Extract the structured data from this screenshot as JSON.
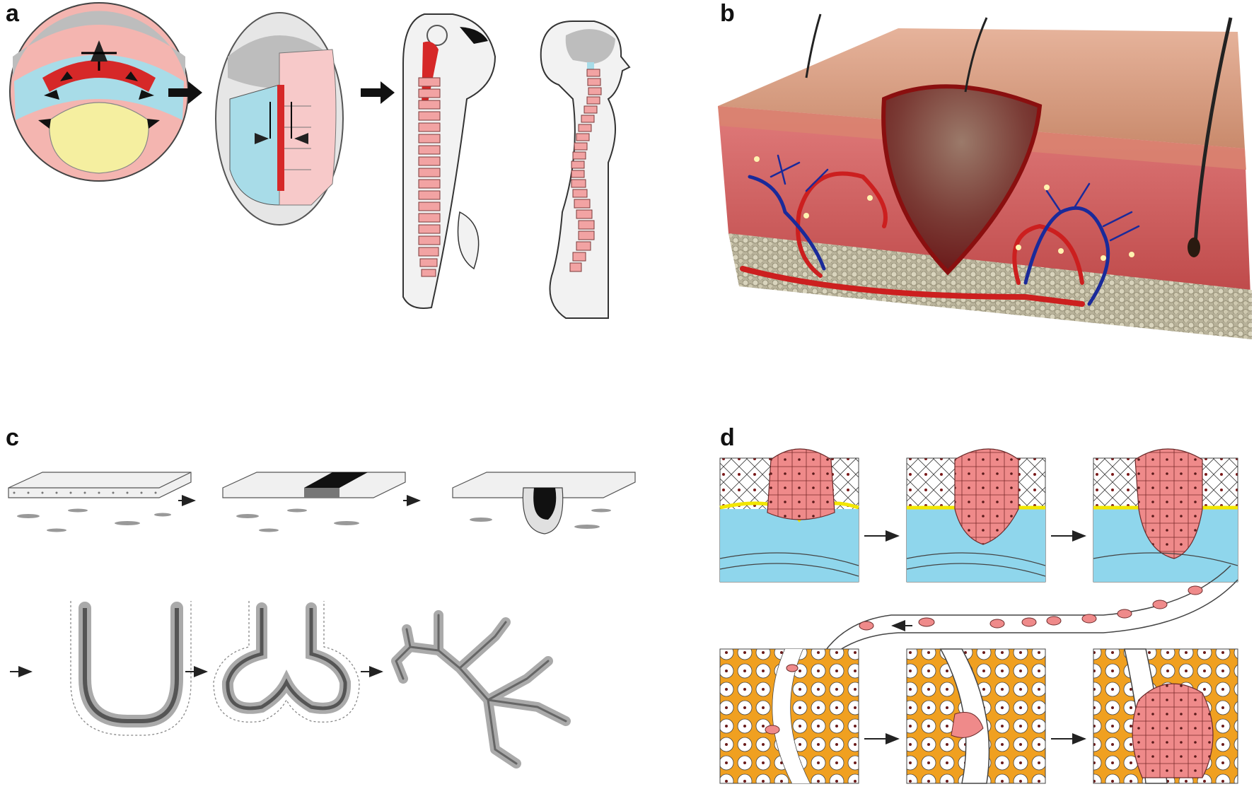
{
  "panels": [
    {
      "id": "a",
      "label": "a"
    },
    {
      "id": "b",
      "label": "b"
    },
    {
      "id": "c",
      "label": "c"
    },
    {
      "id": "d",
      "label": "d"
    }
  ],
  "colors": {
    "neural_red": "#d62828",
    "cavity_blue": "#a8dce8",
    "somite_pink": "#f2a3a3",
    "yolk_yellow": "#f5efa0",
    "embryo_gray": "#b5b5b5",
    "skin_tan": "#d9a58a",
    "artery_red": "#cc1f1f",
    "vein_blue": "#1a2a9a",
    "fluid_blue": "#8fd6ec",
    "membrane_yellow": "#f2e600",
    "stroma_orange": "#f0a020",
    "tumor_pink": "#ef8a8a"
  },
  "icons": [
    "arrow-right-icon",
    "arrow-left-icon",
    "hair-icon"
  ]
}
